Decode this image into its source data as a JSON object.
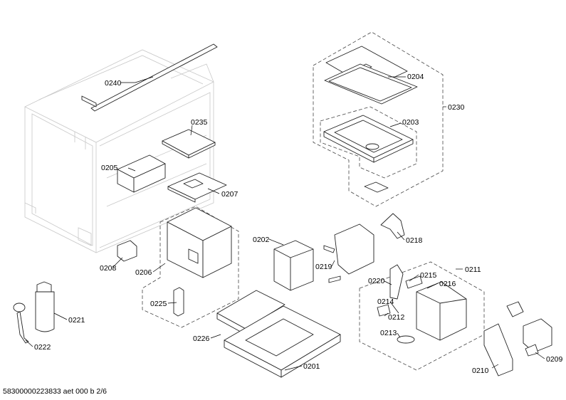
{
  "labels": {
    "l0240": "0240",
    "l0235": "0235",
    "l0205": "0205",
    "l0207": "0207",
    "l0204": "0204",
    "l0230": "0230",
    "l0203": "0203",
    "l0202": "0202",
    "l0218": "0218",
    "l0219": "0219",
    "l0208": "0208",
    "l0206": "0206",
    "l0211": "0211",
    "l0215": "0215",
    "l0220": "0220",
    "l0216": "0216",
    "l0214": "0214",
    "l0212": "0212",
    "l0213": "0213",
    "l0225": "0225",
    "l0221": "0221",
    "l0222": "0222",
    "l0226": "0226",
    "l0201": "0201",
    "l0210": "0210",
    "l0209": "0209"
  },
  "footer": "58300000223833 aet 000 b 2/6"
}
